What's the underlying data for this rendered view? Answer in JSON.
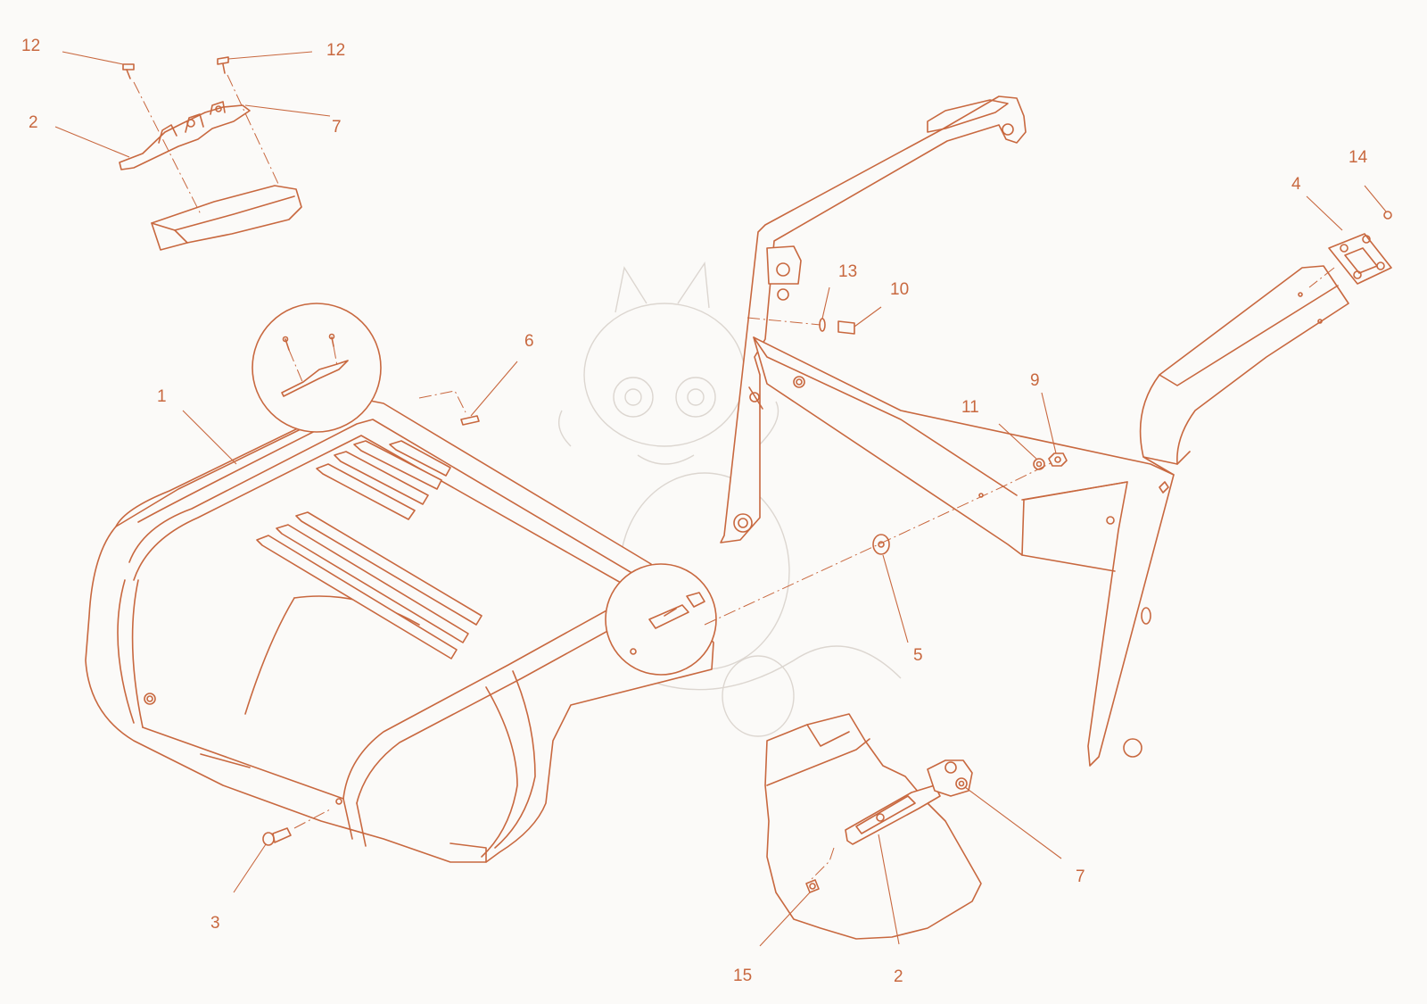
{
  "diagram": {
    "line_color": "#c8683f",
    "background": "#fbfaf8",
    "callouts": [
      {
        "id": "c12a",
        "label": "12"
      },
      {
        "id": "c12b",
        "label": "12"
      },
      {
        "id": "c2a",
        "label": "2"
      },
      {
        "id": "c7a",
        "label": "7"
      },
      {
        "id": "c1",
        "label": "1"
      },
      {
        "id": "c6",
        "label": "6"
      },
      {
        "id": "c13",
        "label": "13"
      },
      {
        "id": "c10",
        "label": "10"
      },
      {
        "id": "c14",
        "label": "14"
      },
      {
        "id": "c4",
        "label": "4"
      },
      {
        "id": "c11",
        "label": "11"
      },
      {
        "id": "c9",
        "label": "9"
      },
      {
        "id": "c5",
        "label": "5"
      },
      {
        "id": "c3",
        "label": "3"
      },
      {
        "id": "c7b",
        "label": "7"
      },
      {
        "id": "c15",
        "label": "15"
      },
      {
        "id": "c2b",
        "label": "2"
      }
    ]
  }
}
